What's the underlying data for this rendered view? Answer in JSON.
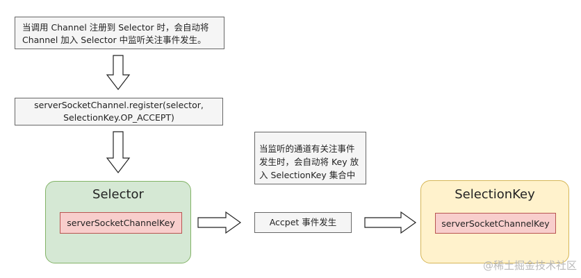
{
  "notes": {
    "top": [
      "当调用 Channel 注册到 Selector 时，会自动将",
      "Channel 加入 Selector 中监听关注事件发生。"
    ],
    "register": [
      "serverSocketChannel.register(selector,",
      "SelectionKey.OP_ACCEPT)"
    ],
    "middle": [
      "当监听的通道有关注事件",
      "发生时，会自动将 Key 放",
      "入 SelectionKey 集合中"
    ]
  },
  "selector": {
    "title": "Selector",
    "key": "serverSocketChannelKey",
    "fill": "#d5e8d4",
    "stroke": "#82b366"
  },
  "event": {
    "label": "Accpet 事件发生"
  },
  "selection_key": {
    "title": "SelectionKey",
    "key": "serverSocketChannelKey",
    "fill": "#fff2cc",
    "stroke": "#d6b656"
  },
  "key_colors": {
    "fill": "#f8cecc",
    "stroke": "#b85450"
  },
  "watermark": "@稀土掘金技术社区"
}
